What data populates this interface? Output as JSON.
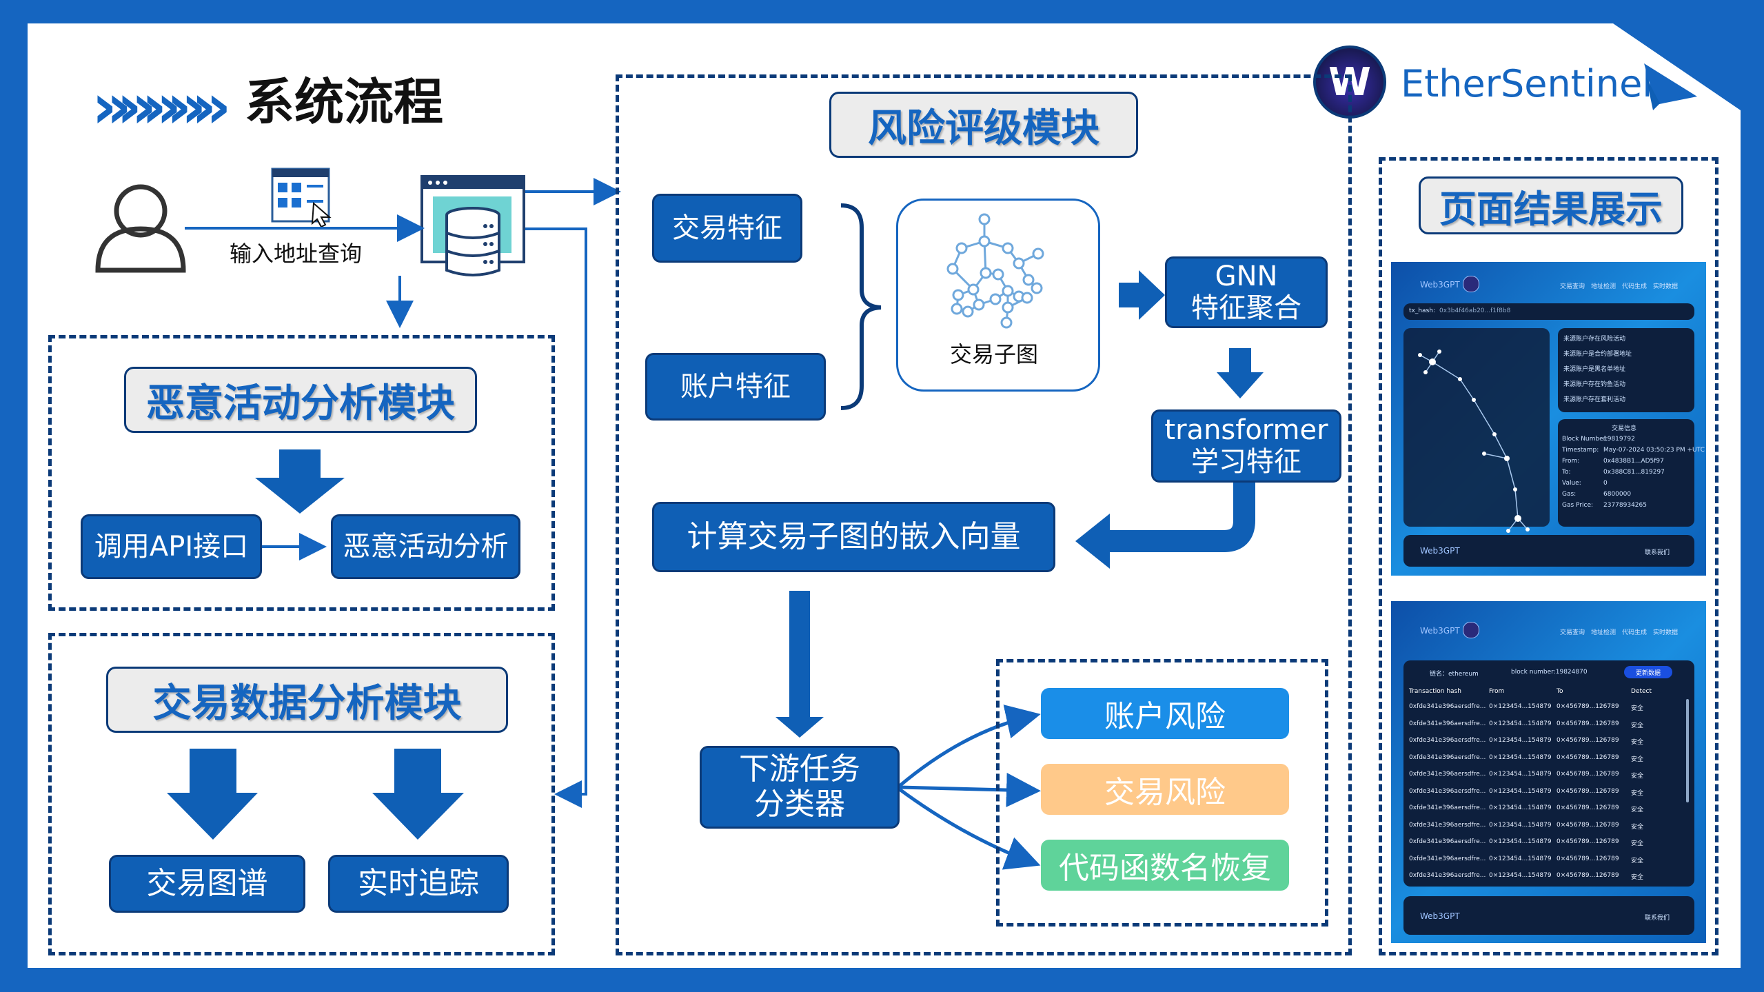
{
  "header": {
    "title": "系统流程",
    "arrow_glyph": "»»»»»"
  },
  "brand": {
    "name": "EtherSentinel",
    "logo_letter": "W"
  },
  "query": {
    "label": "输入地址查询"
  },
  "malicious_module": {
    "title": "恶意活动分析模块",
    "api_label": "调用API接口",
    "analysis_label": "恶意活动分析"
  },
  "tx_data_module": {
    "title": "交易数据分析模块",
    "graph_label": "交易图谱",
    "tracking_label": "实时追踪"
  },
  "risk_module": {
    "title": "风险评级模块",
    "tx_feature": "交易特征",
    "account_feature": "账户特征",
    "subgraph_label": "交易子图",
    "gnn_label_1": "GNN",
    "gnn_label_2": "特征聚合",
    "transformer_label_1": "transformer",
    "transformer_label_2": "学习特征",
    "embedding_label": "计算交易子图的嵌入向量",
    "classifier_label_1": "下游任务",
    "classifier_label_2": "分类器",
    "outputs": [
      {
        "label": "账户风险",
        "color": "#1a8ee8"
      },
      {
        "label": "交易风险",
        "color": "#ffc98a"
      },
      {
        "label": "代码函数名恢复",
        "color": "#5fd39a"
      }
    ]
  },
  "result_module": {
    "title": "页面结果展示",
    "shot1": {
      "brand": "Web3GPT",
      "nav": [
        "交易查询",
        "地址检测",
        "代码生成",
        "实时数据"
      ],
      "hash_label": "tx_hash:",
      "hash_value": "0x3b4f46ab20...f1f8b8",
      "alerts": [
        "来源账户存在风险活动",
        "来源账户是合约部署地址",
        "来源账户是黑名单地址",
        "来源账户存在钓鱼活动",
        "来源账户存在套利活动"
      ],
      "info_title": "交易信息",
      "info_rows": [
        [
          "Block Number:",
          "19819792"
        ],
        [
          "Timestamp:",
          "May-07-2024 03:50:23 PM +UTC"
        ],
        [
          "From:",
          "0x4838B1...AD5f97"
        ],
        [
          "To:",
          "0x388C81...819297"
        ],
        [
          "Value:",
          "0"
        ],
        [
          "Gas:",
          "6800000"
        ],
        [
          "Gas Price:",
          "23778934265"
        ]
      ],
      "footer_brand": "Web3GPT",
      "footer_link": "联系我们"
    },
    "shot2": {
      "brand": "Web3GPT",
      "nav": [
        "交易查询",
        "地址检测",
        "代码生成",
        "实时数据"
      ],
      "chain_label": "链名：ethereum",
      "block_label": "block number:19824870",
      "refresh": "更新数据",
      "columns": [
        "Transaction hash",
        "From",
        "To",
        "Detect"
      ],
      "rows": [
        [
          "0xfde341e396aersdfre...",
          "0×123454...154879",
          "0×456789...126789",
          "安全"
        ],
        [
          "0xfde341e396aersdfre...",
          "0×123454...154879",
          "0×456789...126789",
          "安全"
        ],
        [
          "0xfde341e396aersdfre...",
          "0×123454...154879",
          "0×456789...126789",
          "安全"
        ],
        [
          "0xfde341e396aersdfre...",
          "0×123454...154879",
          "0×456789...126789",
          "安全"
        ],
        [
          "0xfde341e396aersdfre...",
          "0×123454...154879",
          "0×456789...126789",
          "安全"
        ],
        [
          "0xfde341e396aersdfre...",
          "0×123454...154879",
          "0×456789...126789",
          "安全"
        ],
        [
          "0xfde341e396aersdfre...",
          "0×123454...154879",
          "0×456789...126789",
          "安全"
        ],
        [
          "0xfde341e396aersdfre...",
          "0×123454...154879",
          "0×456789...126789",
          "安全"
        ],
        [
          "0xfde341e396aersdfre...",
          "0×123454...154879",
          "0×456789...126789",
          "安全"
        ],
        [
          "0xfde341e396aersdfre...",
          "0×123454...154879",
          "0×456789...126789",
          "安全"
        ],
        [
          "0xfde341e396aersdfre...",
          "0×123454...154879",
          "0×456789...126789",
          "安全"
        ]
      ],
      "footer_brand": "Web3GPT",
      "footer_link": "联系我们"
    }
  },
  "colors": {
    "frame": "#1565c0",
    "primary": "#0f5fb5",
    "dash": "#0b3a78"
  }
}
